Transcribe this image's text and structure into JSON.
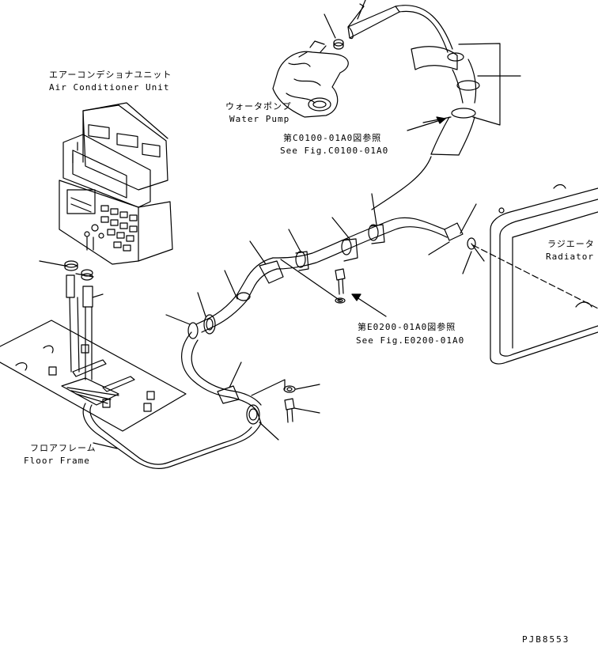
{
  "labels": {
    "aircon_jp": "エアーコンデショナユニット",
    "aircon_en": "Air Conditioner Unit",
    "pump_jp": "ウォータポンプ",
    "pump_en": "Water Pump",
    "ref1_jp": "第C0100-01A0図参照",
    "ref1_en": "See Fig.C0100-01A0",
    "radiator_jp": "ラジエータ",
    "radiator_en": "Radiator",
    "ref2_jp": "第E0200-01A0図参照",
    "ref2_en": "See Fig.E0200-01A0",
    "floor_jp": "フロアフレーム",
    "floor_en": "Floor Frame",
    "drawing_code": "PJB8553"
  },
  "colors": {
    "line": "#000000",
    "background": "#ffffff"
  }
}
